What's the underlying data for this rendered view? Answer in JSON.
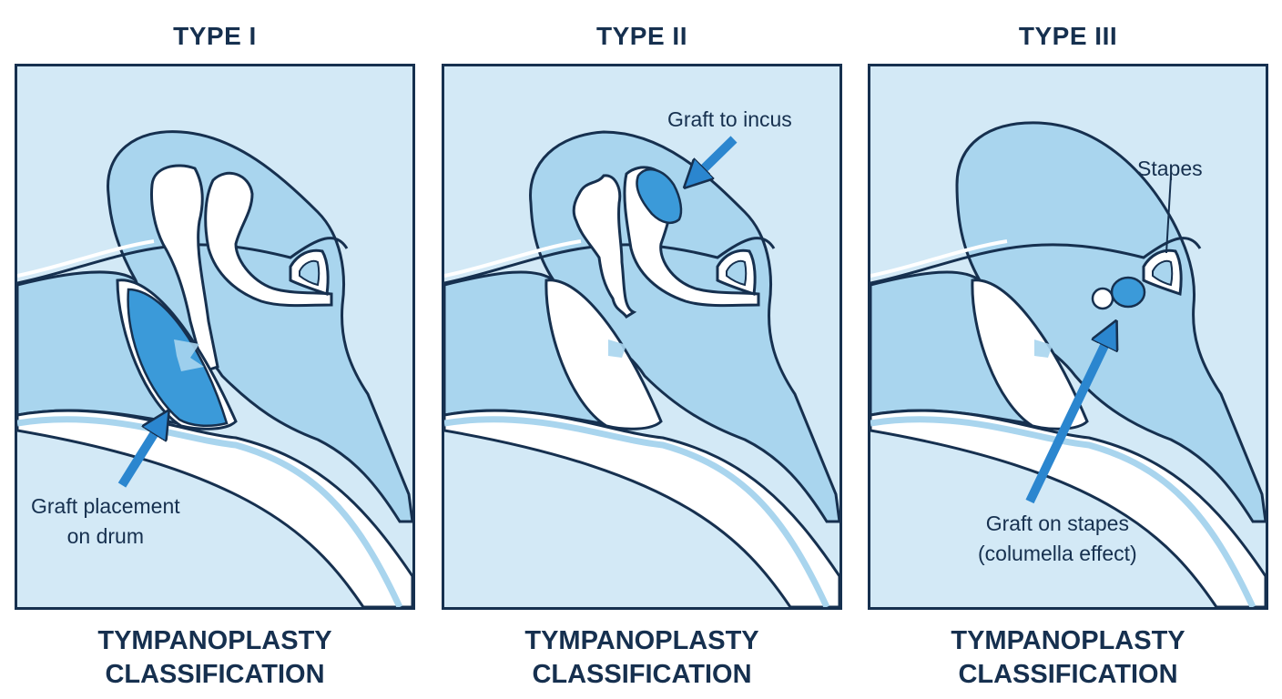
{
  "panels": [
    {
      "title": "TYPE I",
      "annotation": [
        "Graft placement",
        "on drum"
      ],
      "classification": [
        "TYMPANOPLASTY",
        "CLASSIFICATION"
      ]
    },
    {
      "title": "TYPE II",
      "annotation": [
        "Graft to incus"
      ],
      "classification": [
        "TYMPANOPLASTY",
        "CLASSIFICATION"
      ]
    },
    {
      "title": "TYPE III",
      "annotation": [
        "Graft on stapes",
        "(columella effect)"
      ],
      "label_stapes": "Stapes",
      "classification": [
        "TYMPANOPLASTY",
        "CLASSIFICATION"
      ]
    }
  ],
  "colors": {
    "outline": "#16304f",
    "panel_bg": "#d3e9f6",
    "tissue": "#a9d5ee",
    "graft": "#3b9ad9",
    "arrow": "#2b86cf"
  }
}
